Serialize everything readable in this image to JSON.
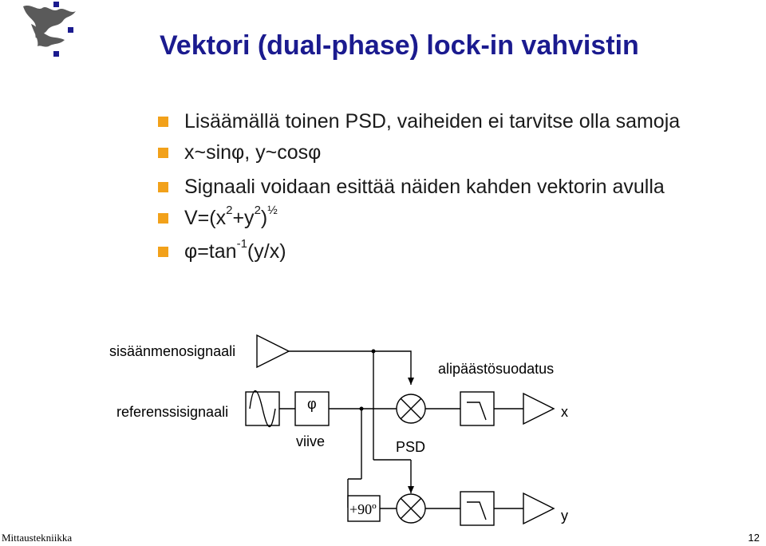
{
  "slide": {
    "title": "Vektori (dual-phase) lock-in vahvistin",
    "bullets": [
      {
        "parts": [
          "Lisäämällä toinen PSD, vaiheiden ei tarvitse olla samoja"
        ]
      },
      {
        "parts": [
          "x~sinφ, y~cosφ"
        ]
      },
      {
        "parts": [
          "Signaali voidaan esittää näiden kahden vektorin avulla"
        ]
      },
      {
        "parts": [
          "V=(x",
          "2",
          "+y",
          "2",
          ")",
          "½"
        ]
      },
      {
        "parts": [
          "φ=tan",
          "-1",
          "(y/x)"
        ]
      }
    ]
  },
  "diagram": {
    "input_label": "sisäänmenosignaali",
    "reference_label": "referenssisignaali",
    "phase_symbol": "φ",
    "delay_label": "viive",
    "psd_label": "PSD",
    "lowpass_label": "alipäästösuodatus",
    "phase_shift_label": "+90º",
    "output_x": "x",
    "output_y": "y"
  },
  "footer": {
    "course": "Mittaustekniikka",
    "page": "12"
  },
  "colors": {
    "title": "#1b1b8f",
    "bullet_marker": "#f2a11a",
    "logo": "#5a5a5a",
    "logo_squares": "#1b1b8f"
  }
}
